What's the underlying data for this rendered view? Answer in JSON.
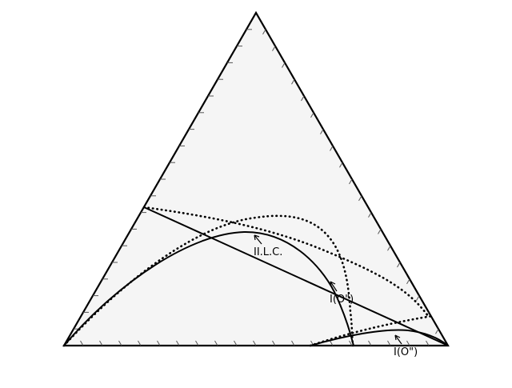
{
  "diagram": {
    "type": "ternary-phase-diagram",
    "background_fill": "#f5f5f5",
    "line_color": "#000000",
    "labels": {
      "ilc": "II.L.C.",
      "io_upper": "I(O\")",
      "io_lower": "I(O\")"
    }
  }
}
